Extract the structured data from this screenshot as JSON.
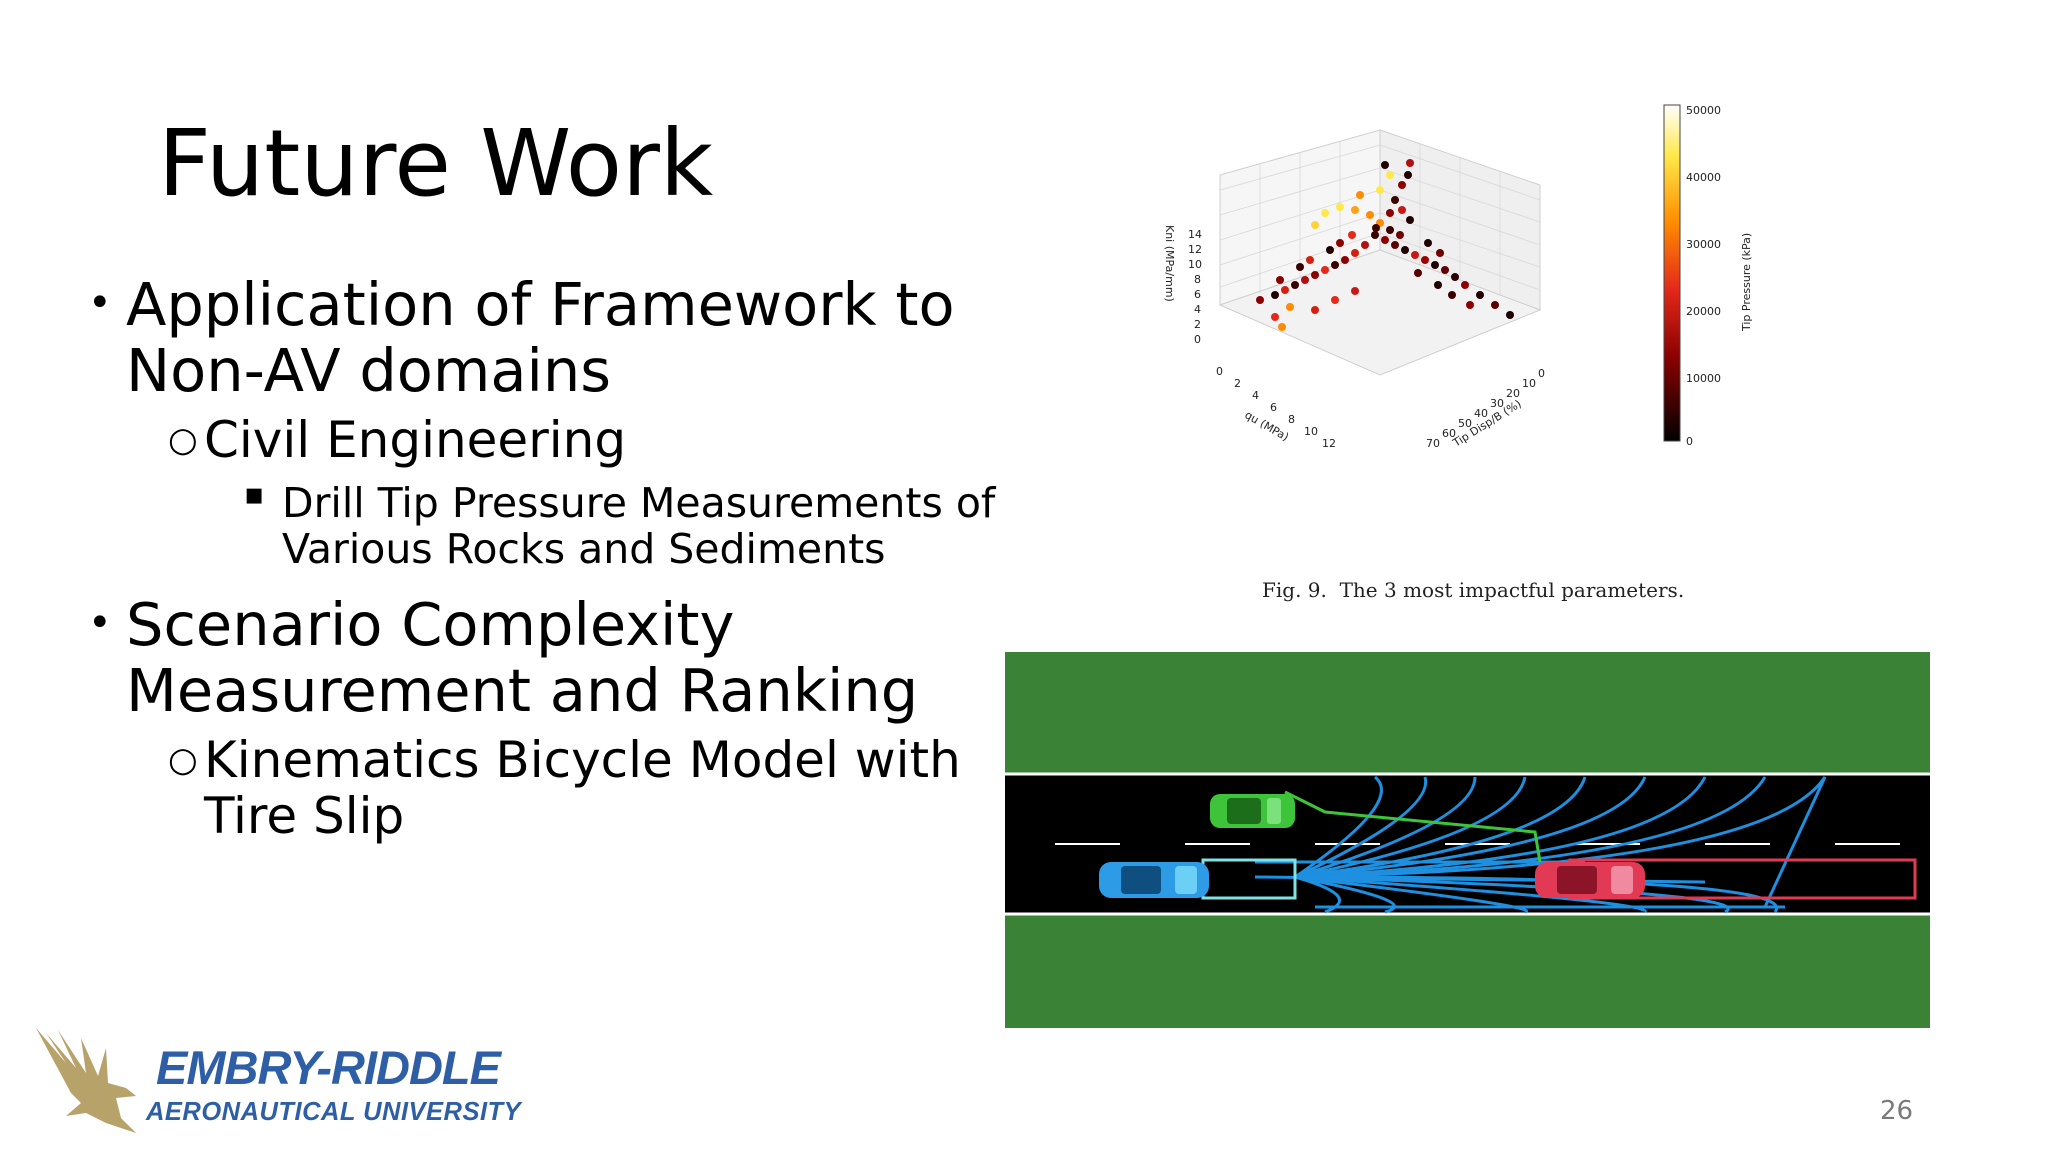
{
  "slide": {
    "title": "Future Work",
    "bullets": [
      {
        "marker": "•",
        "text": "Application of Framework to Non-AV domains"
      },
      {
        "marker": "○",
        "text": "Civil Engineering"
      },
      {
        "marker": "▪",
        "text": "Drill Tip Pressure Measurements of Various Rocks and Sediments"
      },
      {
        "marker": "•",
        "text": "Scenario Complexity Measurement and Ranking"
      },
      {
        "marker": "○",
        "text": "Kinematics Bicycle Model with Tire Slip"
      }
    ],
    "page_number": "26"
  },
  "figure_scatter": {
    "caption": "Fig. 9.  The 3 most impactful parameters.",
    "z_axis_label": "Kni (MPa/mm)",
    "z_ticks": [
      "0",
      "2",
      "4",
      "6",
      "8",
      "10",
      "12",
      "14"
    ],
    "x_axis_label": "qu (MPa)",
    "x_ticks": [
      "0",
      "2",
      "4",
      "6",
      "8",
      "10",
      "12"
    ],
    "y_axis_label": "Tip Disp/B (%)",
    "y_ticks": [
      "0",
      "10",
      "20",
      "30",
      "40",
      "50",
      "60",
      "70"
    ],
    "colorbar_label": "Tip Pressure (kPa)",
    "colorbar_ticks": [
      "50000",
      "40000",
      "30000",
      "20000",
      "10000",
      "0"
    ],
    "colormap": [
      "#000000",
      "#8b0000",
      "#e4281a",
      "#ff8c00",
      "#ffe94a",
      "#ffffff"
    ]
  },
  "figure_road": {
    "grass_color": "#3a8236",
    "road_color": "#000000",
    "cars": [
      {
        "name": "green",
        "color": "#3ec43b"
      },
      {
        "name": "blue",
        "color": "#2e9be6"
      },
      {
        "name": "red",
        "color": "#e23a55"
      }
    ],
    "trajectory_color": "#1f8fe0"
  },
  "logo": {
    "name": "EMBRY-RIDDLE",
    "subtitle": "AERONAUTICAL UNIVERSITY",
    "color": "#2e5fa6",
    "eagle_color": "#b7a26a"
  }
}
